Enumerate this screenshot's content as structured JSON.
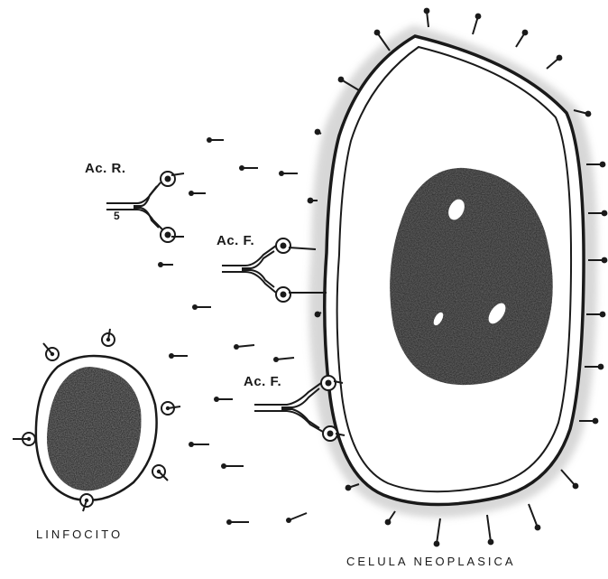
{
  "labels": {
    "ac_r": "Ac. R.",
    "ac_f_1": "Ac. F.",
    "ac_f_2": "Ac. F.",
    "number_5": "5",
    "linfocito": "LINFOCITO",
    "celula_neoplasica": "CELULA  NEOPLASICA"
  },
  "colors": {
    "ink": "#1a1a1a",
    "halo": "#b8b8b8",
    "nucleus": "#2b2b2b",
    "paper": "#ffffff"
  }
}
